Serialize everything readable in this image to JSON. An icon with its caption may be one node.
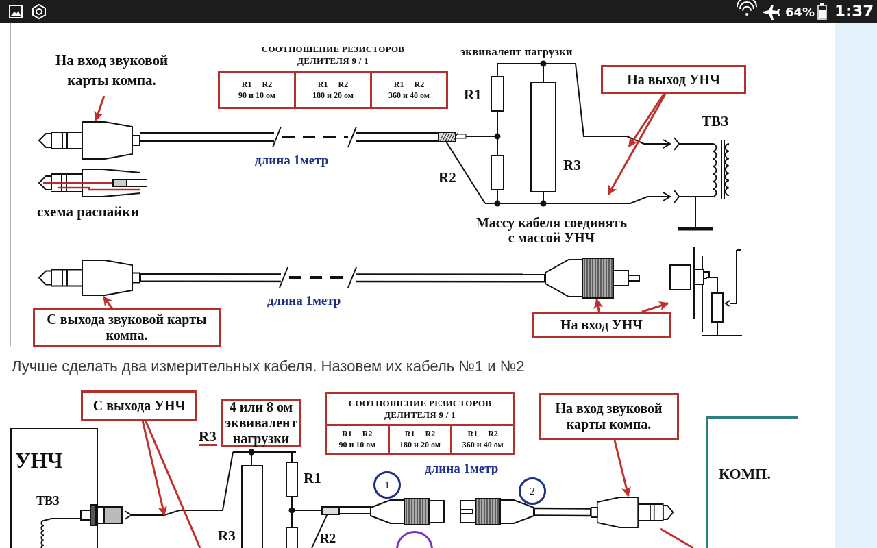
{
  "diagram": {
    "nodes": [
      {
        "text": [
          "На вход звуковой карты компа."
        ]
      },
      {
        "text": [],
        "shape": "picture"
      },
      {
        "text": [
          "СООТНОШЕНИЕ РЕЗИСТОРОВ ДЕЛИТЕЛЯ 9 / 1",
          "R1 R2",
          "90 и 10 ом",
          "R1 R2",
          "180 и 20 ом",
          "R1 R2",
          "360 и 40 ом"
        ]
      },
      {
        "text": [
          "На выход УНЧ"
        ]
      },
      {
        "text": [],
        "shape": "picture"
      },
      {
        "text": [
          "С выхода звуковой карты компа."
        ]
      },
      {
        "text": [],
        "shape": "picture"
      },
      {
        "text": [
          "На вход УНЧ"
        ]
      },
      {
        "text": [],
        "shape": "picture"
      },
      {
        "text": [
          "С выхода УНЧ"
        ]
      },
      {
        "text": [
          "4 или 8 ом эквивалент нагрузки"
        ]
      },
      {
        "text": [
          "СООТНОШЕНИЕ РЕЗИСТОРОВ ДЕЛИТЕЛЯ 9 / 1",
          "R1 R2",
          "90 и 10 ом",
          "R1 R2",
          "180 и 20 ом",
          "R1 R2",
          "360 и 40 ом"
        ]
      },
      {
        "text": [
          "На вход звуковой карты компа."
        ]
      },
      {
        "text": [
          "УНЧ",
          "ТВЗ"
        ]
      },
      {
        "text": [
          "КОМП."
        ]
      },
      {
        "text": [
          "1"
        ]
      },
      {
        "text": [
          "2"
        ]
      },
      {
        "text": [],
        "shape": "circle"
      },
      {
        "text": [],
        "shape": "picture"
      },
      {
        "text": [],
        "shape": "picture"
      },
      {
        "text": [],
        "shape": "picture"
      }
    ],
    "edges": [
      {
        "from": 0,
        "to": 1,
        "arrow": "to"
      },
      {
        "from": 3,
        "to": null,
        "arrow": "to"
      },
      {
        "from": 3,
        "to": null,
        "arrow": "to"
      },
      {
        "from": 5,
        "to": 4,
        "arrow": "to"
      },
      {
        "from": 7,
        "to": 6,
        "arrow": "to"
      },
      {
        "from": 7,
        "to": 8,
        "arrow": "to"
      },
      {
        "from": 9,
        "to": null,
        "arrow": "to"
      },
      {
        "from": 9,
        "to": null,
        "arrow": "none"
      },
      {
        "from": 12,
        "to": 20,
        "arrow": "to"
      },
      {
        "from": 20,
        "to": null,
        "arrow": "none"
      },
      {
        "from": 4,
        "to": 6,
        "arrow": "none",
        "style": "thick",
        "color": "#111111"
      },
      {
        "from": 19,
        "to": 20,
        "arrow": "none",
        "style": "thick",
        "color": "#111111"
      }
    ],
    "labels": [
      "64%",
      "1:37",
      "схема распайки",
      "длина 1метр",
      "эквивалент нагрузки",
      "R1",
      "R2",
      "R3",
      "ТВЗ",
      "Массу кабеля соединять с массой УНЧ",
      "длина 1метр",
      "Лучше сделать два измерительных кабеля. Назовем их кабель №1 и №2",
      "R3",
      "R3",
      "R1",
      "R2",
      "длина 1метр"
    ]
  }
}
